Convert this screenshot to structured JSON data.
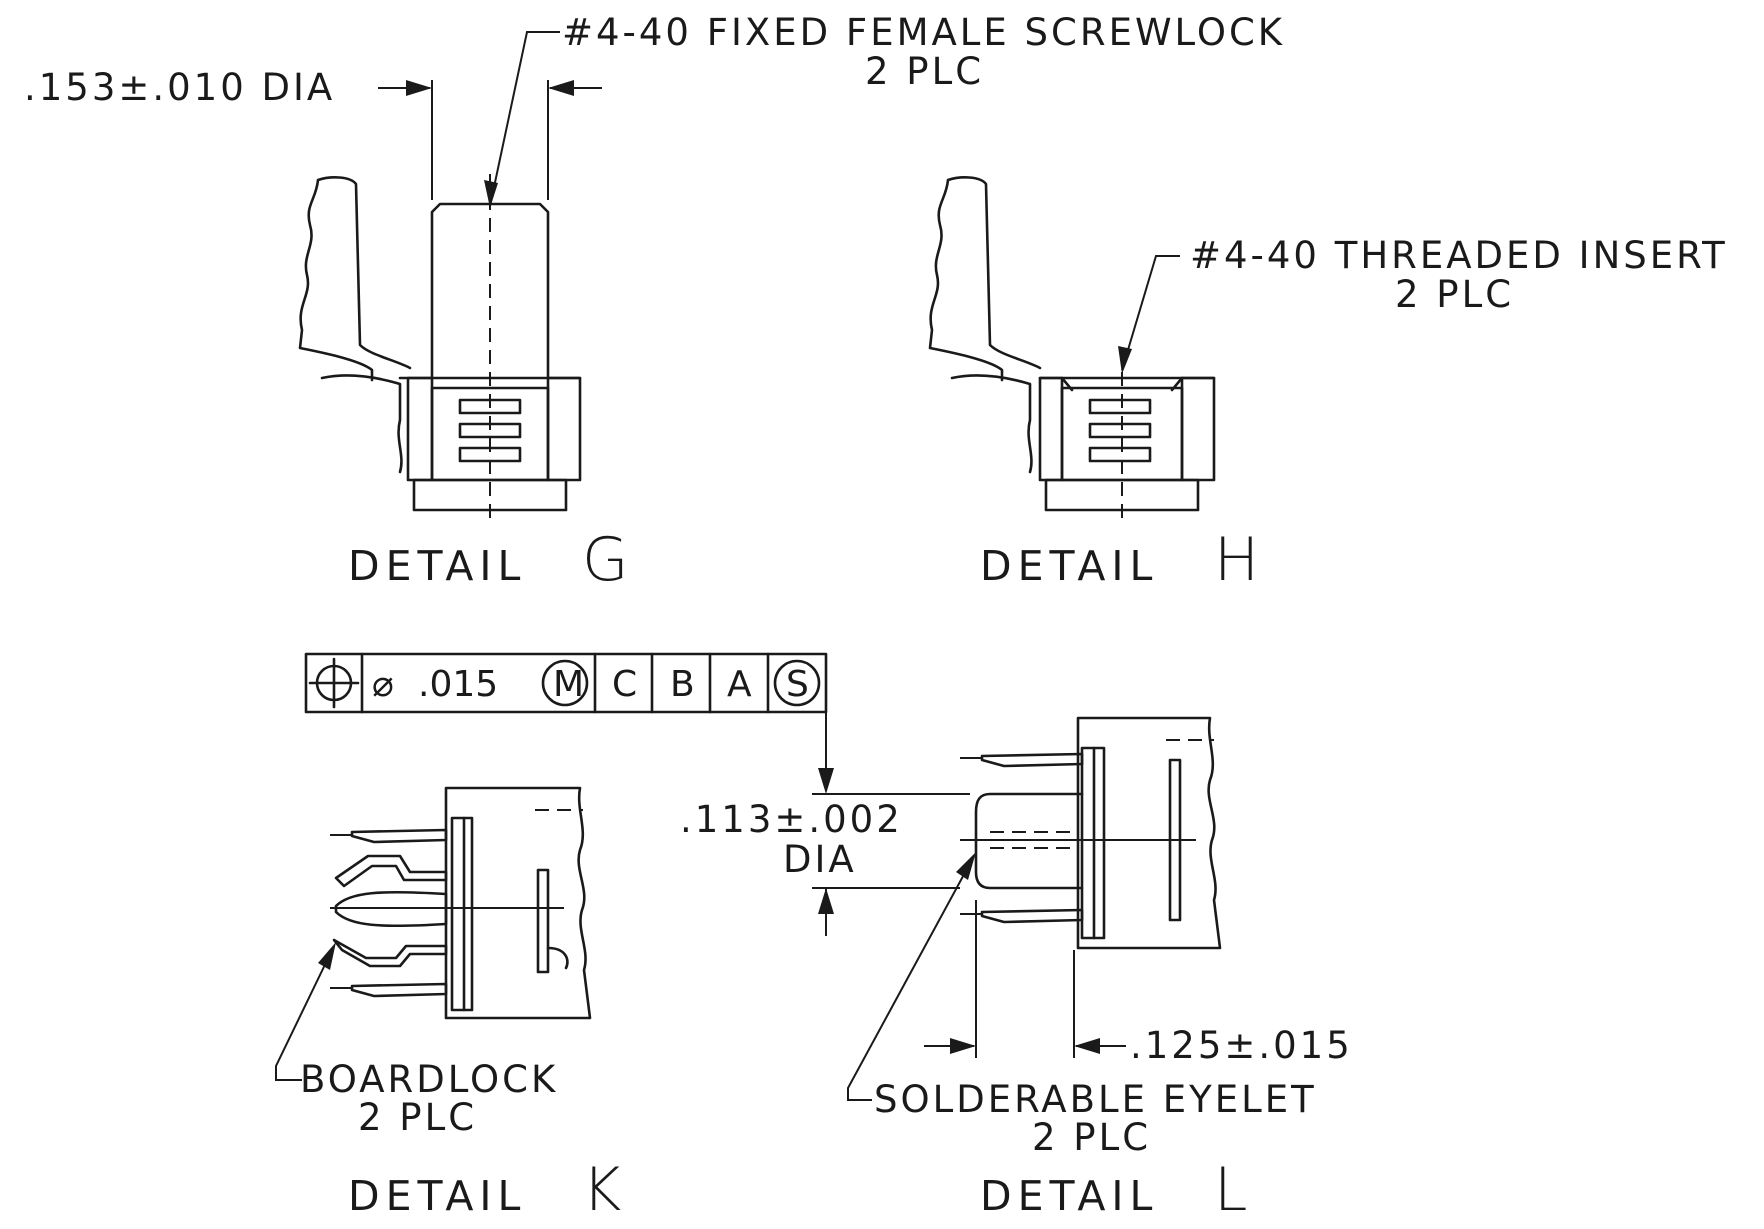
{
  "details": {
    "g": {
      "label": "DETAIL",
      "letter": "G"
    },
    "h": {
      "label": "DETAIL",
      "letter": "H"
    },
    "k": {
      "label": "DETAIL",
      "letter": "K"
    },
    "l": {
      "label": "DETAIL",
      "letter": "L"
    }
  },
  "callouts": {
    "screwlock": {
      "line1": "#4-40 FIXED FEMALE SCREWLOCK",
      "line2": "2 PLC"
    },
    "screwlock_dia": {
      "text": ".153±.010 DIA"
    },
    "threaded_insert": {
      "line1": "#4-40 THREADED INSERT",
      "line2": "2 PLC"
    },
    "boardlock": {
      "line1": "BOARDLOCK",
      "line2": "2 PLC"
    },
    "eyelet": {
      "line1": "SOLDERABLE EYELET",
      "line2": "2 PLC"
    },
    "eyelet_dia": {
      "line1": ".113±.002",
      "line2": "DIA"
    },
    "eyelet_length": {
      "text": ".125±.015"
    }
  },
  "feature_control_frame": {
    "symbol": "position",
    "diameter_symbol": "⌀",
    "tolerance": ".015",
    "tolerance_modifier": "M",
    "datum_1": "C",
    "datum_2": "B",
    "datum_3": "A",
    "datum_3_modifier": "S"
  }
}
